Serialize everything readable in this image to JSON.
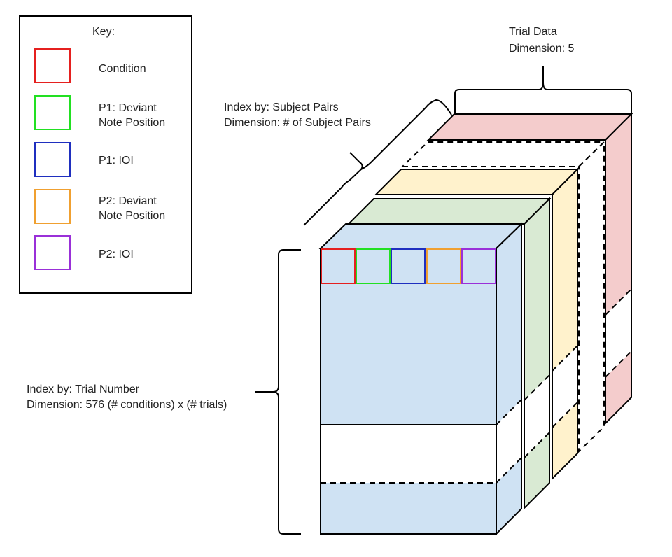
{
  "key": {
    "title": "Key:",
    "items": [
      {
        "lines": [
          "Condition"
        ],
        "color": "#e5201f"
      },
      {
        "lines": [
          "P1: Deviant",
          "Note Position"
        ],
        "color": "#22e022"
      },
      {
        "lines": [
          "P1: IOI"
        ],
        "color": "#1f2fbf"
      },
      {
        "lines": [
          "P2: Deviant",
          "Note Position"
        ],
        "color": "#f0a030"
      },
      {
        "lines": [
          "P2: IOI"
        ],
        "color": "#9a30d8"
      }
    ]
  },
  "labels": {
    "trial_data": [
      "Trial Data",
      "Dimension: 5"
    ],
    "subject_pairs": [
      "Index by: Subject Pairs",
      "Dimension: # of Subject Pairs"
    ],
    "trial_number": [
      "Index by: Trial Number",
      "Dimension: 576 (# conditions) x (# trials)"
    ]
  },
  "colors": {
    "slab_front": "#cfe2f3",
    "slab_back_green": "#d9ead3",
    "slab_back_yellow": "#fff2cc",
    "slab_back_red": "#f4cccc",
    "outline": "#000000"
  }
}
